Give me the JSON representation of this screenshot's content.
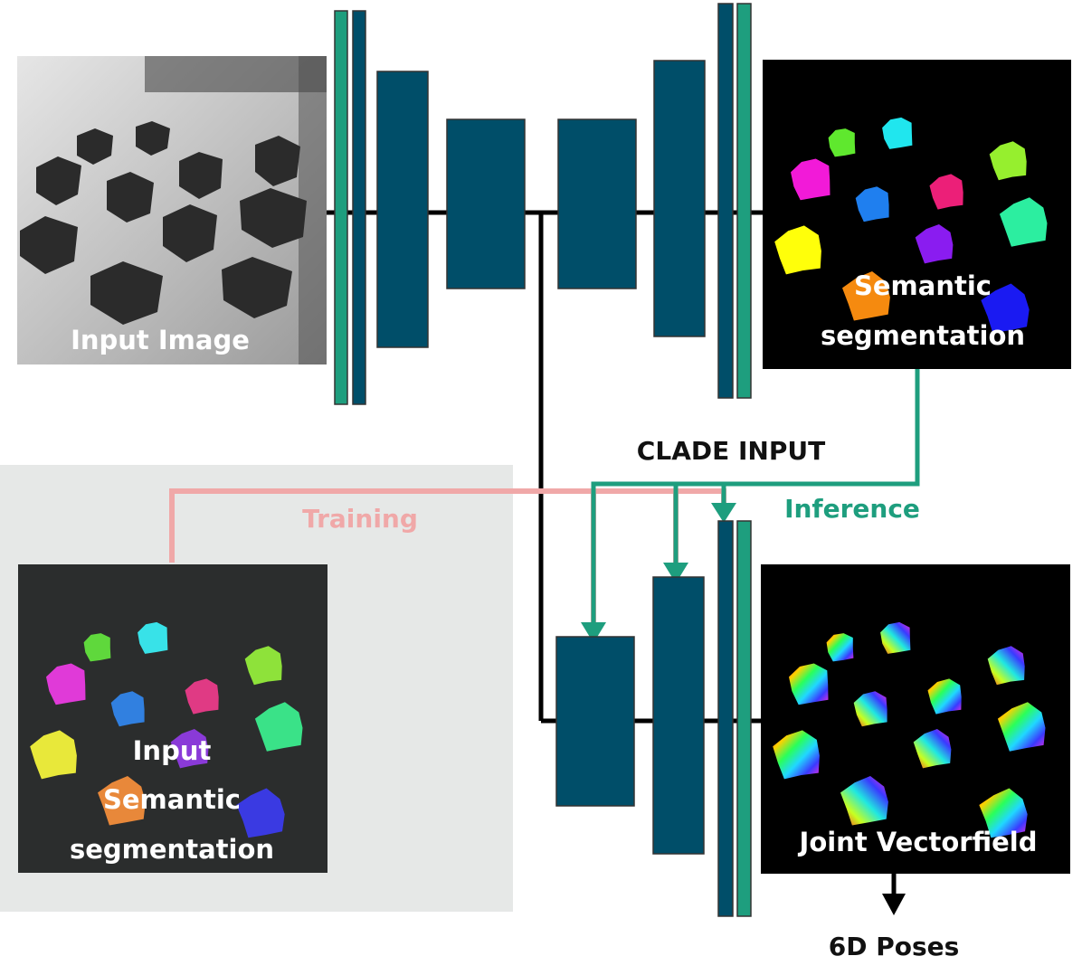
{
  "labels": {
    "input_image": "Input Image",
    "semantic_seg_line1": "Semantic",
    "semantic_seg_line2": "segmentation",
    "clade_input": "CLADE INPUT",
    "inference": "Inference",
    "training": "Training",
    "input_seg_line1": "Input",
    "input_seg_line2": "Semantic",
    "input_seg_line3": "segmentation",
    "joint_vectorfield": "Joint Vectorfield",
    "poses": "6D Poses"
  },
  "colors": {
    "block": "#004e69",
    "green": "#1e9e7e",
    "training_pink": "#f0a8a8",
    "training_bg": "#e6e8e7",
    "line": "#000000",
    "panel_black": "#000000",
    "panel_dark": "#2b2d2d",
    "photo_bg": "#c9c9c9",
    "photo_obj": "#2b2b2b"
  },
  "segment_colors": [
    "#5fe82e",
    "#20e6ee",
    "#f21ad8",
    "#1f7fef",
    "#ec1f78",
    "#96ef2e",
    "#ffff0a",
    "#8a1cf0",
    "#2ceea0",
    "#f58a0f",
    "#1a1af2"
  ],
  "input_segment_colors": [
    "#5fd83c",
    "#38e2e8",
    "#e03ad8",
    "#3180e0",
    "#e03a84",
    "#8ee23a",
    "#e8e83a",
    "#8a3ad8",
    "#3ae288",
    "#e8883a",
    "#3a3ae2"
  ]
}
